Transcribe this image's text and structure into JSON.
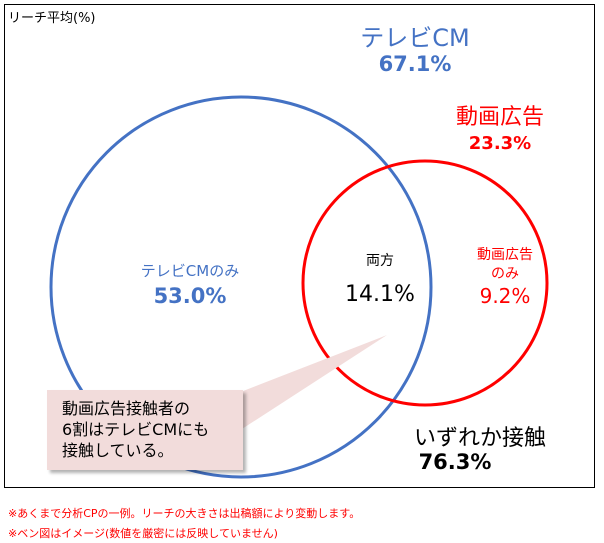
{
  "title": "リーチ平均(%)",
  "tv": {
    "label": "テレビCM",
    "value": "67.1%",
    "color": "#4472C4"
  },
  "video": {
    "label": "動画広告",
    "value": "23.3%",
    "color": "#FF0000"
  },
  "tv_only": {
    "label": "テレビCMのみ",
    "value": "53.0%"
  },
  "both": {
    "label": "両方",
    "value": "14.1%"
  },
  "video_only": {
    "label_line1": "動画広告",
    "label_line2": "のみ",
    "value": "9.2%"
  },
  "either": {
    "label": "いずれか接触",
    "value": "76.3%"
  },
  "callout": {
    "line1": "動画広告接触者の",
    "line2": "6割はテレビCMにも",
    "line3": "接触している。"
  },
  "notes": [
    "※あくまで分析CPの一例。リーチの大きさは出稿額により変動します。",
    "※ベン図はイメージ(数値を厳密には反映していません)"
  ]
}
